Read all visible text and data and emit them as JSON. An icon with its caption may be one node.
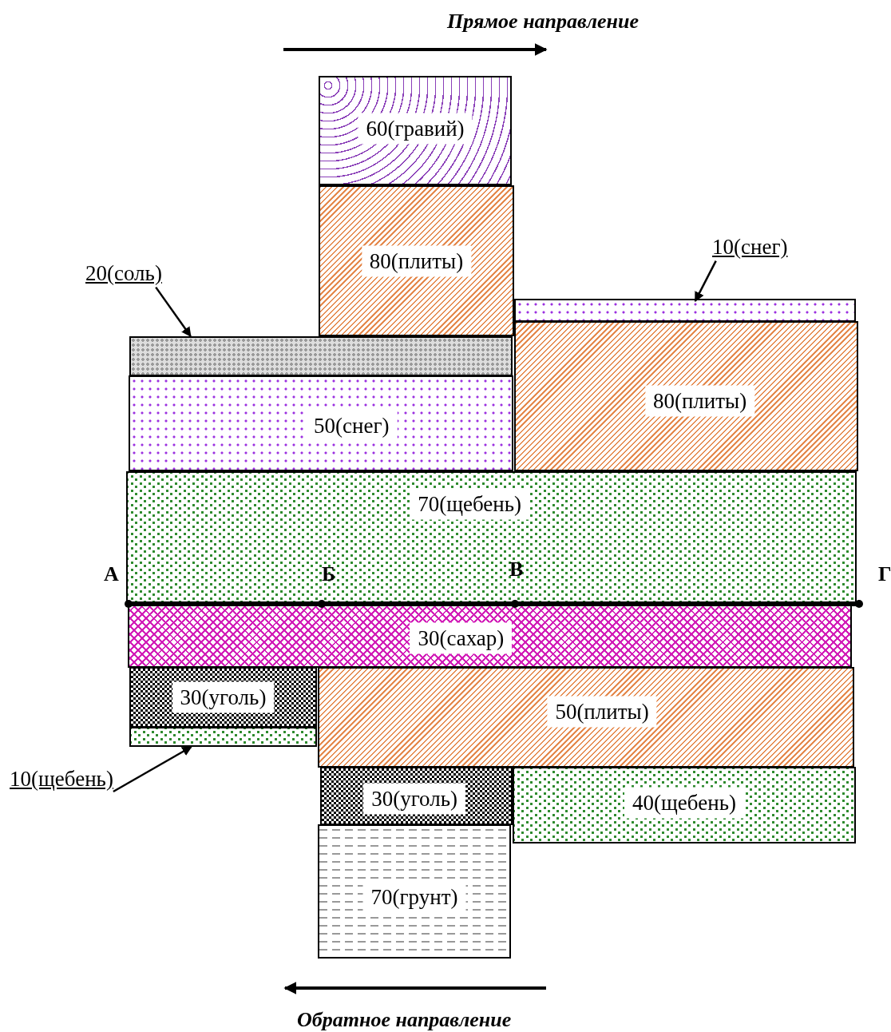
{
  "diagram": {
    "nodes": [
      {
        "text": [
          "60(гравий)"
        ]
      },
      {
        "text": [
          "80(плиты)"
        ]
      },
      {
        "text": [
          "20(соль)"
        ]
      },
      {
        "text": [],
        "shape": "box"
      },
      {
        "text": [
          "10(снег)"
        ]
      },
      {
        "text": [],
        "shape": "box"
      },
      {
        "text": [
          "80(плиты)"
        ]
      },
      {
        "text": [
          "50(снег)"
        ]
      },
      {
        "text": [
          "70(щебень)"
        ]
      },
      {
        "text": [
          "30(сахар)"
        ]
      },
      {
        "text": [
          "30(уголь)"
        ]
      },
      {
        "text": [],
        "shape": "box"
      },
      {
        "text": [
          "10(щебень)"
        ]
      },
      {
        "text": [
          "50(плиты)"
        ]
      },
      {
        "text": [
          "30(уголь)"
        ]
      },
      {
        "text": [
          "40(щебень)"
        ]
      },
      {
        "text": [
          "70(грунт)"
        ]
      }
    ],
    "edges": [
      {
        "from": 2,
        "to": 3,
        "arrow": "to"
      },
      {
        "from": 4,
        "to": 5,
        "arrow": "to"
      },
      {
        "from": 12,
        "to": 11,
        "arrow": "to"
      }
    ],
    "labels": [
      "Прямое направление",
      "А",
      "Б",
      "В",
      "Г",
      "Обратное направление"
    ]
  }
}
